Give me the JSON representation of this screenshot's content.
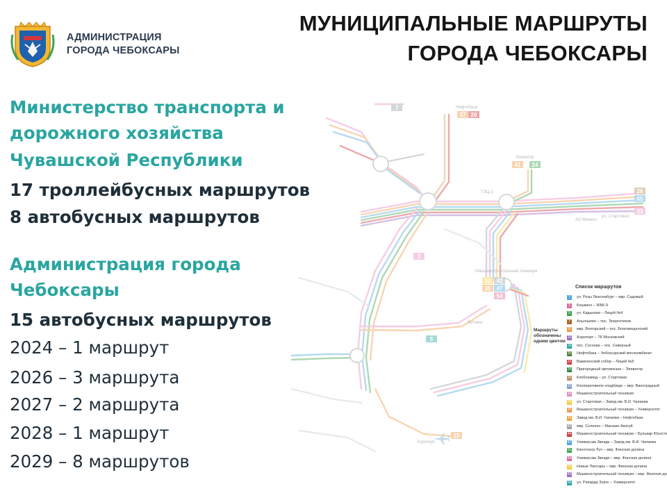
{
  "header": {
    "org_line1": "АДМИНИСТРАЦИЯ",
    "org_line2": "ГОРОДА ЧЕБОКСАРЫ",
    "title_line1": "МУНИЦИПАЛЬНЫЕ МАРШРУТЫ",
    "title_line2": "ГОРОДА ЧЕБОКСАРЫ"
  },
  "ministry": {
    "line1": "Министерство транспорта и",
    "line2": "дорожного хозяйства",
    "line3": "Чувашской Республики",
    "trolley": "17 троллейбусных маршрутов",
    "bus": "8 автобусных маршрутов"
  },
  "administration": {
    "line1": "Администрация города",
    "line2": "Чебоксары",
    "bus": "15 автобусных маршрутов",
    "years": [
      "2024 – 1 маршрут",
      "2026 – 3 маршрута",
      "2027 – 2 маршрута",
      "2028 – 1 маршрут",
      "2029 – 8 маршрутов"
    ]
  },
  "map": {
    "labels": {
      "neftebaza": "Нефтебаза",
      "elevator": "Элеватор",
      "tets": "ТЭЦ-1",
      "ao_minost": "АО Минюст",
      "start": "ул. Стартовая",
      "airport": "Аэропорт",
      "pletnev": "Летчика",
      "mashzavod": "Машиностроительный техникум",
      "legend_title": "Список маршрутов",
      "legend_note": "Маршруты обозначены одним цветом"
    },
    "badges": {
      "b7": "7",
      "b37": "37",
      "b20": "20",
      "b41": "41",
      "b24": "24",
      "b26": "26",
      "b65": "65",
      "b33": "33",
      "b32": "32",
      "b42": "42",
      "b35": "35",
      "b47": "47",
      "b54": "54",
      "b5": "5",
      "b15": "15",
      "b3": "3"
    },
    "colors": {
      "pink": "#e889c0",
      "orange": "#ef9a48",
      "red": "#d2353b",
      "blue": "#4fa8e0",
      "green": "#3fa34d",
      "yellow": "#f2cc3a",
      "purple": "#9b6ac2",
      "gray": "#9aa3ab",
      "teal": "#2aa5a1",
      "brown": "#b88a5c"
    },
    "legend": [
      {
        "n": "7",
        "c": "#4fa8e0",
        "t": "ул. Розы Люксембург – мкр. Садовый"
      },
      {
        "n": "3",
        "c": "#e06aa0",
        "t": "Кошкино – ЖБК-9"
      },
      {
        "n": "5",
        "c": "#3fa34d",
        "t": "ул. Кадыкова – Лицей №4"
      },
      {
        "n": "7",
        "c": "#b2662a",
        "t": "Альгешево – пос. Энергетиков"
      },
      {
        "n": "8",
        "c": "#ef9a48",
        "t": "мкр. Волгарский – пос. Благовещенский"
      },
      {
        "n": "13",
        "c": "#9b6ac2",
        "t": "Аэропорт – ТК Московский"
      },
      {
        "n": "19",
        "c": "#2aa5a1",
        "t": "пос. Соснова – пос. Северный"
      },
      {
        "n": "20",
        "c": "#4d7f2e",
        "t": "Нефтебаза – Чебоксарский мясокомбинат"
      },
      {
        "n": "22",
        "c": "#d2353b",
        "t": "Вавилонский собор – Лицей №5"
      },
      {
        "n": "24",
        "c": "#2a8a3e",
        "t": "Пригородный автовокзал – Элеватор"
      },
      {
        "n": "26",
        "c": "#b88a5c",
        "t": "Клебозавод – ул. Стартовая"
      },
      {
        "n": "32",
        "c": "#7fa0c8",
        "t": "Кооперативное кладбище – мкр. Виноградный"
      },
      {
        "n": "33",
        "c": "#e889c0",
        "t": "Машиностроительный техникум"
      },
      {
        "n": "35",
        "c": "#f2cc3a",
        "t": "ул. Стартовая – Завод им. В.И. Чапаева"
      },
      {
        "n": "37",
        "c": "#ef9a48",
        "t": "Машиностроительный техникум – Университет"
      },
      {
        "n": "41",
        "c": "#f0a33a",
        "t": "Завод им. В.И. Чапаева – Нефтебаза"
      },
      {
        "n": "42",
        "c": "#9aa3ab",
        "t": "мкр. Солнечн – Магазин Акатуй"
      },
      {
        "n": "44",
        "c": "#d2353b",
        "t": "Машиностроительный техникум – Бульвар Юности"
      },
      {
        "n": "47",
        "c": "#4fa8e0",
        "t": "Универсам Звезда – Завод им. В.И. Чапаева"
      },
      {
        "n": "51",
        "c": "#3fa34d",
        "t": "Кинотеатр Луч – мкр. Финская долина"
      },
      {
        "n": "54",
        "c": "#e06aa0",
        "t": "Универсам Звезда – мкр. Финская долина"
      },
      {
        "n": "62",
        "c": "#f2cc3a",
        "t": "Новые Лапсары – мкр. Финская долина"
      },
      {
        "n": "63",
        "c": "#9b6ac2",
        "t": "Машиностроительный техникум – мкр. Финская долина"
      },
      {
        "n": "65",
        "c": "#2aa5a1",
        "t": "ул. Рихарда Зорге – Университет"
      }
    ]
  }
}
